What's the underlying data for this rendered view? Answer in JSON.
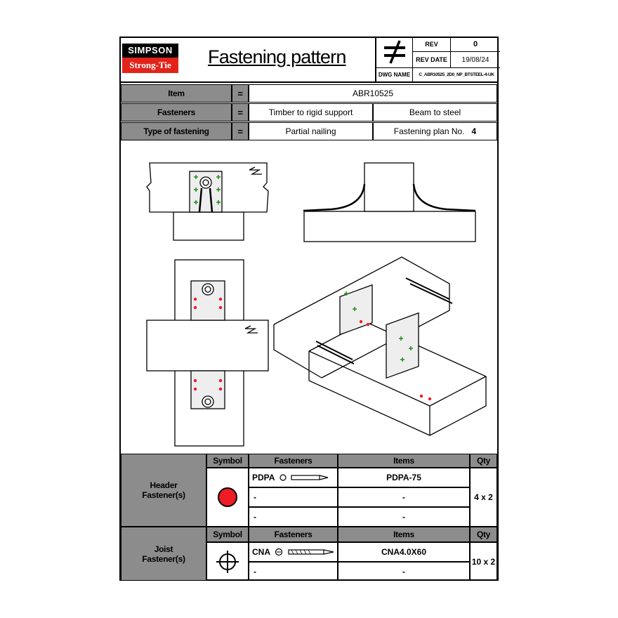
{
  "brand": {
    "line1": "SIMPSON",
    "line2": "Strong-Tie",
    "red": "#e2231a"
  },
  "title": "Fastening pattern",
  "title_block": {
    "rev_label": "REV",
    "rev_value": "0",
    "rev_date_label": "REV DATE",
    "rev_date_value": "19/08/24",
    "dwg_name_label": "DWG NAME",
    "dwg_name_value": "C_ABR10525_2D0_NP_BTSTEEL-4-UK",
    "not_equal_icon": "not-equal-icon"
  },
  "info": {
    "item_label": "Item",
    "item_value": "ABR10525",
    "fasteners_label": "Fasteners",
    "fasteners_value_1": "Timber to rigid support",
    "fasteners_value_2": "Beam to steel",
    "type_label": "Type of fastening",
    "type_value": "Partial nailing",
    "plan_label": "Fastening plan No.",
    "plan_value": "4",
    "eq": "="
  },
  "header_table": {
    "group_label": "Header\nFastener(s)",
    "symbol_header": "Symbol",
    "fasteners_header": "Fasteners",
    "items_header": "Items",
    "qty_header": "Qty",
    "rows": [
      {
        "fastener": "PDPA",
        "item": "PDPA-75"
      },
      {
        "fastener": "-",
        "item": "-"
      },
      {
        "fastener": "-",
        "item": "-"
      }
    ],
    "qty": "4 x 2",
    "symbol_color": "#ee1c24"
  },
  "joist_table": {
    "group_label": "Joist\nFastener(s)",
    "symbol_header": "Symbol",
    "fasteners_header": "Fasteners",
    "items_header": "Items",
    "qty_header": "Qty",
    "rows": [
      {
        "fastener": "CNA",
        "item": "CNA4.0X60"
      },
      {
        "fastener": "-",
        "item": "-"
      }
    ],
    "qty": "10 x 2",
    "symbol_color": "#1e8c1e"
  }
}
